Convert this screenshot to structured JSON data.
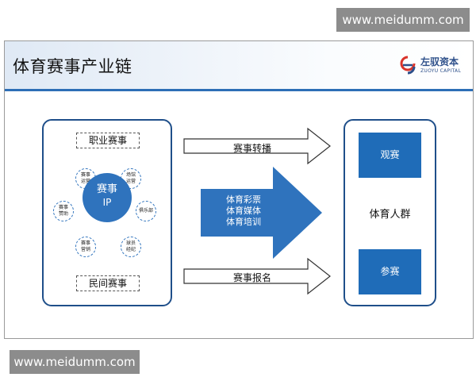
{
  "watermark": {
    "top": "www.meidumm.com",
    "bottom": "www.meidumm.com"
  },
  "slide": {
    "title": "体育赛事产业链",
    "logo": {
      "name_cn": "左驭资本",
      "name_en": "ZUOYU CAPITAL"
    }
  },
  "left_panel": {
    "top_label": "职业赛事",
    "bottom_label": "民间赛事",
    "hub": {
      "line1": "赛事",
      "line2": "IP"
    },
    "spokes": [
      "赛事\n运营",
      "场馆\n运营",
      "俱乐部",
      "球员\n经纪",
      "赛事\n营销",
      "赛事\n赞助"
    ]
  },
  "arrows": {
    "top_label": "赛事转播",
    "bottom_label": "赛事报名",
    "big_arrow_lines": [
      "体育彩票",
      "体育媒体",
      "体育培训"
    ]
  },
  "right_panel": {
    "top_box": "观赛",
    "center_label": "体育人群",
    "bottom_box": "参赛"
  },
  "colors": {
    "primary_blue": "#1f6cb8",
    "hub_blue": "#2f73bd",
    "header_rule": "#2d6fb6",
    "panel_border": "#1f4f8a",
    "logo_red": "#d9342b",
    "logo_navy": "#2d4f8a"
  }
}
